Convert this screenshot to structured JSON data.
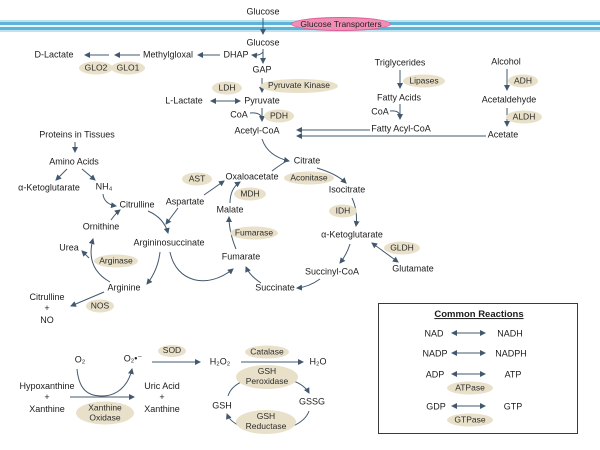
{
  "colors": {
    "arrow": "#42586e",
    "enzyme_oval_fill": "#e9e0c9",
    "membrane_blue": "#5cb5d9",
    "membrane_light": "#e9f5fa",
    "transporter_pink": "#f28db5",
    "transporter_border": "#dc6096",
    "text": "#1c1c1c"
  },
  "membrane": {
    "transporter": "Glucose Transporters"
  },
  "glycolysis": {
    "glucose_extracellular": "Glucose",
    "glucose_intracellular": "Glucose",
    "dhap": "DHAP",
    "methylgloxal": "Methylgloxal",
    "d_lactate": "D-Lactate",
    "glo2": "GLO2",
    "glo1": "GLO1",
    "gap": "GAP",
    "pyruvate_kinase": "Pyruvate Kinase",
    "ldh": "LDH",
    "l_lactate": "L-Lactate",
    "pyruvate": "Pyruvate",
    "coa": "CoA",
    "pdh": "PDH",
    "acetyl_coa": "Acetyl-CoA"
  },
  "lipids": {
    "triglycerides": "Triglycerides",
    "lipases": "Lipases",
    "fatty_acids": "Fatty Acids",
    "coa": "CoA",
    "fatty_acyl_coa": "Fatty Acyl-CoA"
  },
  "alcohol_pathway": {
    "alcohol": "Alcohol",
    "adh": "ADH",
    "acetaldehyde": "Acetaldehyde",
    "aldh": "ALDH",
    "acetate": "Acetate"
  },
  "protein_pathway": {
    "proteins_in_tissues": "Proteins in Tissues",
    "amino_acids": "Amino Acids",
    "alpha_ketoglutarate": "α-Ketoglutarate",
    "ammonium": "NH₄"
  },
  "tca_cycle": {
    "citrate": "Citrate",
    "aconitase": "Aconitase",
    "isocitrate": "Isocitrate",
    "idh": "IDH",
    "alpha_ketoglutarate": "α-Ketoglutarate",
    "gldh": "GLDH",
    "glutamate": "Glutamate",
    "succinyl_coa": "Succinyl-CoA",
    "succinate": "Succinate",
    "fumarate": "Fumarate",
    "fumarase": "Fumarase",
    "malate": "Malate",
    "mdh": "MDH",
    "oxaloacetate": "Oxaloacetate",
    "ast": "AST",
    "aspartate": "Aspartate"
  },
  "urea_cycle": {
    "citrulline": "Citrulline",
    "ornithine": "Ornithine",
    "argininosuccinate": "Argininosuccinate",
    "arginine": "Arginine",
    "arginase": "Arginase",
    "urea": "Urea",
    "nos": "NOS",
    "citrulline_no": "Citrulline\n+\nNO"
  },
  "ros": {
    "o2": "O₂",
    "superoxide": "O₂•⁻",
    "sod": "SOD",
    "h2o2": "H₂O₂",
    "catalase": "Catalase",
    "h2o": "H₂O",
    "hypoxanthine_xanthine": "Hypoxanthine\n+\nXanthine",
    "uric_acid_xanthine": "Uric Acid\n+\nXanthine",
    "xanthine_oxidase": "Xanthine\nOxidase",
    "gsh": "GSH",
    "gssg": "GSSG",
    "gsh_peroxidase": "GSH\nPeroxidase",
    "gsh_reductase": "GSH\nReductase"
  },
  "common_reactions": {
    "title": "Common Reactions",
    "row1_left": "NAD",
    "row1_right": "NADH",
    "row2_left": "NADP",
    "row2_right": "NADPH",
    "row3_left": "ADP",
    "row3_right": "ATP",
    "row3_enzyme": "ATPase",
    "row4_left": "GDP",
    "row4_right": "GTP",
    "row4_enzyme": "GTPase"
  }
}
